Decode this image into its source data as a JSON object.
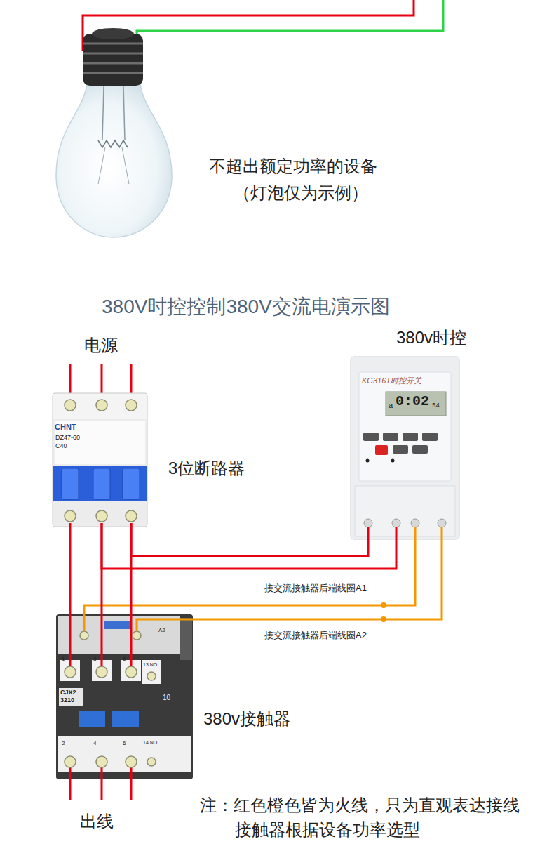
{
  "diagram": {
    "title": "380V时控控制380V交流电演示图",
    "nodes": [
      {
        "text": [
          "CHNT",
          "DZ47-60",
          "C40",
          "3位断路器"
        ]
      },
      {
        "text": [
          "380v时控",
          "KG316T时控开关",
          "a",
          "0:02",
          "54"
        ]
      },
      {
        "text": [
          "CJX2 3210",
          "10",
          "380v接触器"
        ]
      }
    ],
    "edges": [
      {
        "from": 0,
        "to": 1,
        "arrow": "none"
      },
      {
        "from": 0,
        "to": 1,
        "arrow": "none"
      },
      {
        "from": 1,
        "to": 2,
        "arrow": "none",
        "label": "接交流接触器后端线圈A1"
      },
      {
        "from": 1,
        "to": 2,
        "arrow": "none",
        "label": "接交流接触器后端线圈A2"
      },
      {
        "from": 0,
        "to": 2,
        "arrow": "none"
      },
      {
        "from": 0,
        "to": 2,
        "arrow": "none"
      },
      {
        "from": 0,
        "to": 2,
        "arrow": "none"
      }
    ],
    "labels": [
      "不超出额定功率的设备",
      "（灯泡仅为示例）",
      "电源",
      "出线",
      "注：红色橙色皆为火线，只为直观表达接线",
      "接触器根据设备功率选型",
      "1",
      "3",
      "5",
      "A2",
      "13 NO",
      "2",
      "4",
      "6",
      "14 NO"
    ]
  }
}
